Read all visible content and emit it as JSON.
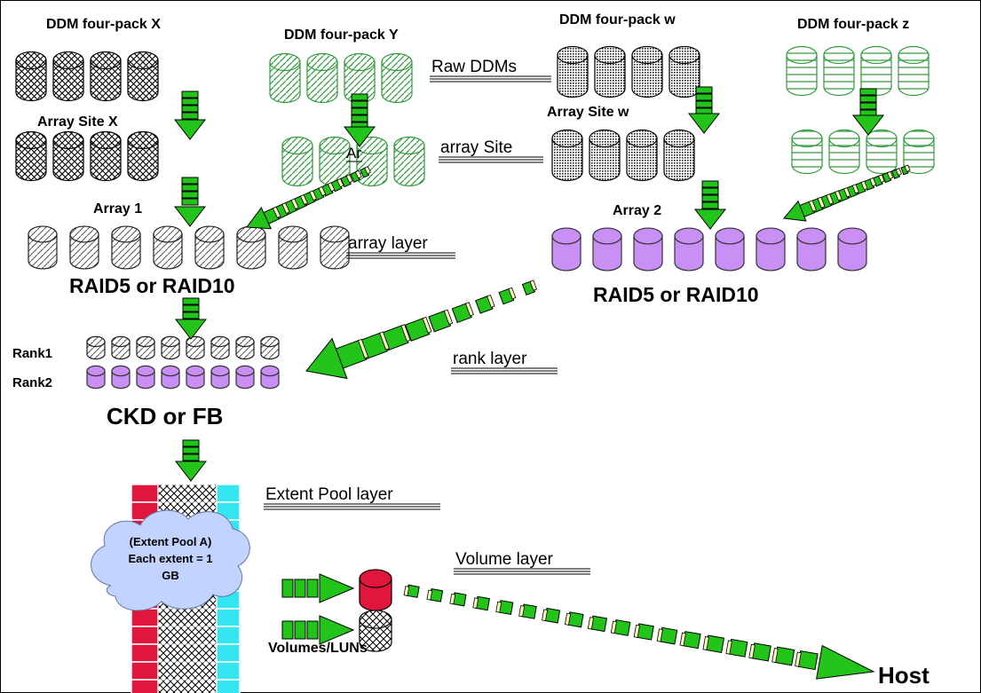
{
  "groups": {
    "x": {
      "title": "DDM four-pack X",
      "site": "Array Site X",
      "pattern": "crosshatch",
      "color": "#000000"
    },
    "y": {
      "title": "DDM four-pack Y",
      "site": "Ar",
      "pattern": "diagonal",
      "color": "#2e9a3a"
    },
    "w": {
      "title": "DDM four-pack w",
      "site": "Array Site w",
      "pattern": "dots",
      "color": "#000000"
    },
    "z": {
      "title": "DDM four-pack z",
      "site": "",
      "pattern": "horizontal",
      "color": "#2e9a3a"
    }
  },
  "layers": {
    "raw_ddms": "Raw DDMs",
    "array_site": "array Site",
    "array_layer": "array layer",
    "rank_layer": "rank layer",
    "extent_pool_layer": "Extent Pool layer",
    "volume_layer": "Volume layer"
  },
  "arrays": {
    "array1": {
      "label": "Array 1",
      "raid": "RAID5 or RAID10"
    },
    "array2": {
      "label": "Array 2",
      "raid": "RAID5 or RAID10",
      "color": "#c98ff5"
    }
  },
  "ranks": {
    "rank1": "Rank1",
    "rank2": "Rank2",
    "type": "CKD or FB"
  },
  "extent_pool": {
    "cloud_text": [
      "(Extent Pool A)",
      "Each extent = 1",
      "GB"
    ],
    "colors": {
      "left": "#e0163c",
      "right": "#33e6f0",
      "cloud": "#c3d3ff"
    }
  },
  "volumes": {
    "label": "Volumes/LUNs",
    "volume_color": "#e0163c"
  },
  "host": "Host",
  "arrow_color": "#22c41a"
}
